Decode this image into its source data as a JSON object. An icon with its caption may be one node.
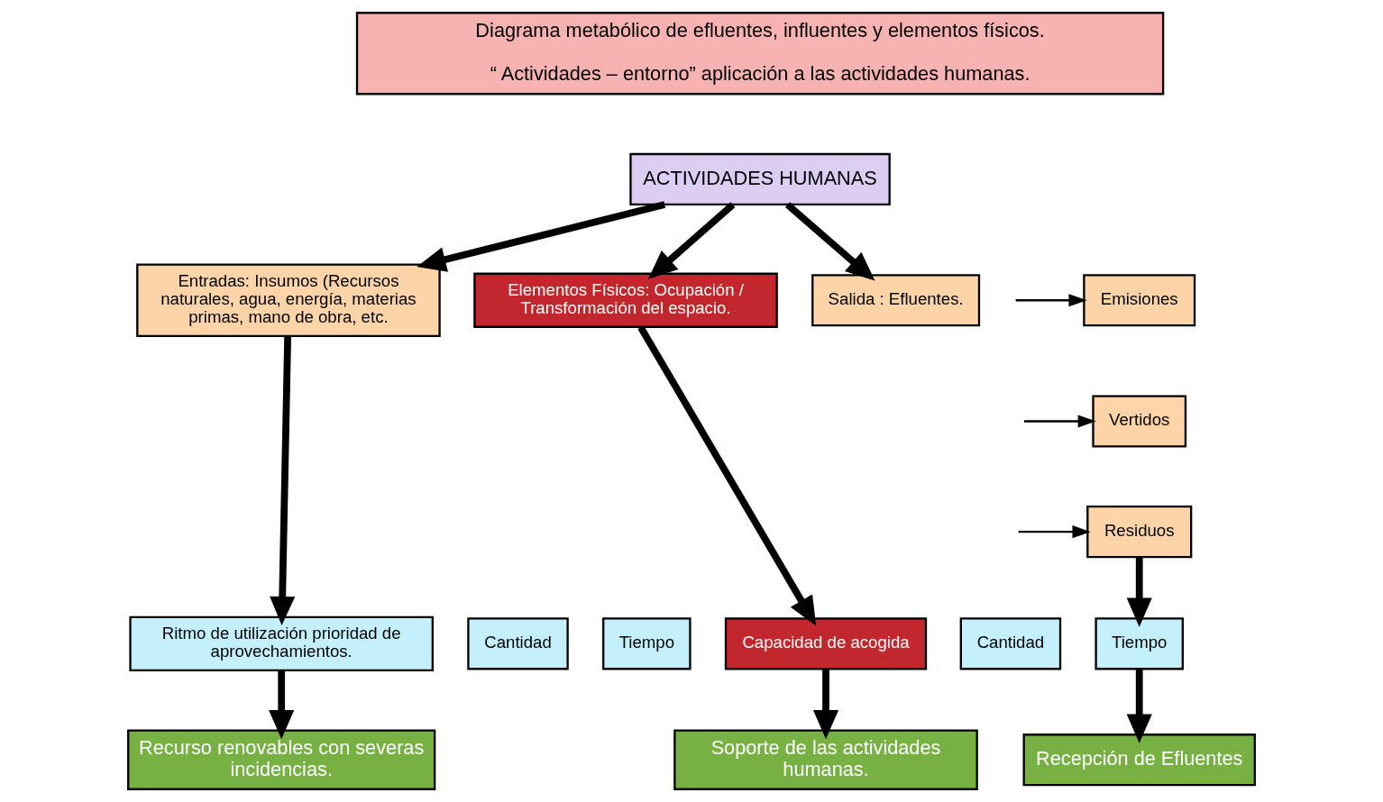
{
  "diagram": {
    "nodes": [
      {
        "text": [
          "Diagrama metabólico de efluentes, influentes y elementos físicos.",
          "“ Actividades – entorno” aplicación a las actividades humanas."
        ]
      },
      {
        "text": [
          "ACTIVIDADES HUMANAS"
        ]
      },
      {
        "text": [
          "Entradas: Insumos (Recursos naturales, agua, energía, materias primas, mano de obra, etc."
        ]
      },
      {
        "text": [
          "Elementos Físicos: Ocupación / Transformación del espacio."
        ]
      },
      {
        "text": [
          "Salida : Efluentes."
        ]
      },
      {
        "text": [
          "Emisiones"
        ]
      },
      {
        "text": [
          "Vertidos"
        ]
      },
      {
        "text": [
          "Residuos"
        ]
      },
      {
        "text": [
          "Ritmo de utilización prioridad de aprovechamientos."
        ]
      },
      {
        "text": [
          "Cantidad"
        ]
      },
      {
        "text": [
          "Tiempo"
        ]
      },
      {
        "text": [
          "Capacidad de acogida"
        ]
      },
      {
        "text": [
          "Cantidad"
        ]
      },
      {
        "text": [
          "Tiempo"
        ]
      },
      {
        "text": [
          "Recurso renovables con severas incidencias."
        ]
      },
      {
        "text": [
          "Soporte de las actividades humanas."
        ]
      },
      {
        "text": [
          "Recepción de Efluentes"
        ]
      }
    ],
    "edges": [
      {
        "from": 1,
        "to": 2,
        "arrow": "to"
      },
      {
        "from": 1,
        "to": 3,
        "arrow": "to"
      },
      {
        "from": 1,
        "to": 4,
        "arrow": "to"
      },
      {
        "from": null,
        "to": 5,
        "arrow": "to"
      },
      {
        "from": null,
        "to": 6,
        "arrow": "to"
      },
      {
        "from": null,
        "to": 7,
        "arrow": "to"
      },
      {
        "from": 2,
        "to": 8,
        "arrow": "to"
      },
      {
        "from": 3,
        "to": 11,
        "arrow": "to"
      },
      {
        "from": 7,
        "to": 13,
        "arrow": "to"
      },
      {
        "from": 8,
        "to": 14,
        "arrow": "to"
      },
      {
        "from": 11,
        "to": 15,
        "arrow": "to"
      },
      {
        "from": 13,
        "to": 16,
        "arrow": "to"
      }
    ]
  }
}
